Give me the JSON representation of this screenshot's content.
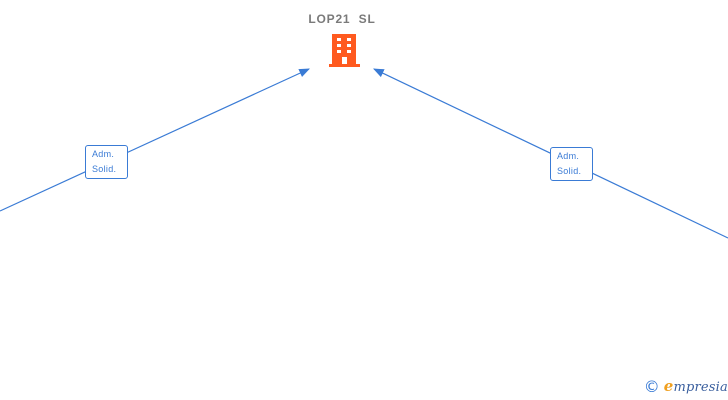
{
  "company": {
    "name": "LOP21  SL",
    "icon": "building-icon",
    "icon_color": "#ff5a1f"
  },
  "relations": [
    {
      "line1": "Adm.",
      "line2": "Solid."
    },
    {
      "line1": "Adm.",
      "line2": "Solid."
    }
  ],
  "colors": {
    "edge": "#3a7bd5",
    "title": "#7a7a7a"
  },
  "watermark": {
    "symbol": "©",
    "brand": "mpresia",
    "brand_initial": "e"
  }
}
